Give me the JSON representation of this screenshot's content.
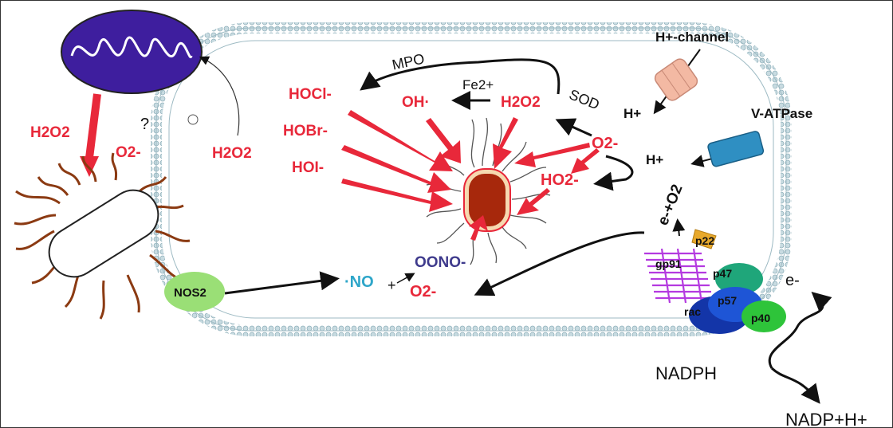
{
  "labels": {
    "mito_h2o2": "H2O2",
    "mito_o2": "O2-",
    "question": "?",
    "inner_h2o2": "H2O2",
    "hocl": "HOCl-",
    "hobr": "HOBr-",
    "hoi": "HOI-",
    "mpo": "MPO",
    "fe": "Fe2+",
    "oh": "OH·",
    "h2o2_center": "H2O2",
    "sod": "SOD",
    "o2_right": "O2-",
    "ho2": "HO2-",
    "h_plus_channel_label": "H+-channel",
    "h_plus_1": "H+",
    "vatpase": "V-ATPase",
    "h_plus_2": "H+",
    "e_o2": "e-+O2",
    "nos2": "NOS2",
    "no": "·NO",
    "plus": "+",
    "oono": "OONO-",
    "o2_bottom": "O2-",
    "p22": "p22",
    "gp91": "gp91",
    "p47": "p47",
    "rac": "rac",
    "p57": "p57",
    "p40": "p40",
    "e_minus": "e-",
    "nadph": "NADPH",
    "nadp": "NADP+H+"
  },
  "colors": {
    "reactive_red": "#e8283a",
    "membrane": "#b9cfd6",
    "mitochondria": "#3e1e9e",
    "nos2_fill": "#9adf76",
    "no_text": "#2ea6c9",
    "oono_text": "#3e3a8c",
    "vatpase_fill": "#2f8fc2",
    "channel_fill": "#f3b9a3",
    "gp91": "#b43ae0",
    "p22": "#e8a92c",
    "p47": "#1fa67a",
    "p57": "#1e55d6",
    "rac": "#1335a8",
    "p40": "#2ec43a",
    "bacterium_core": "#a7280c"
  },
  "icons": {
    "mitochondrion": "mitochondrion-icon",
    "bacterium": "bacterium-icon",
    "phagocytosed_bacterium": "engulfed-bacterium-icon",
    "h_channel": "proton-channel-icon",
    "v_atpase": "v-atpase-icon",
    "nadph_oxidase": "nadph-oxidase-complex-icon"
  }
}
